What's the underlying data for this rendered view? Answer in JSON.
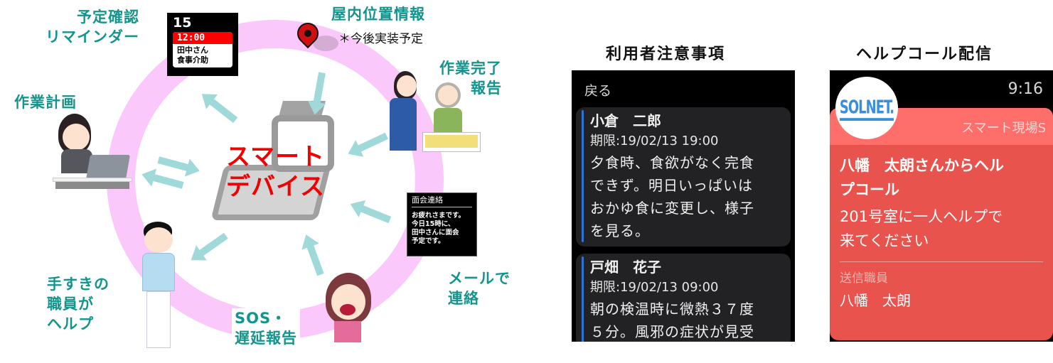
{
  "diagram": {
    "center_title": [
      "スマート",
      "デバイス"
    ],
    "labels": {
      "schedule_reminder": [
        "予定確認",
        "リマインダー"
      ],
      "indoor_location": "屋内位置情報",
      "indoor_location_note": "＊今後実装予定",
      "work_plan": "作業計画",
      "work_complete": [
        "作業完了",
        "報告"
      ],
      "mail_contact": [
        "メールで",
        "連絡"
      ],
      "sos_delay": [
        "SOS・",
        "遅延報告"
      ],
      "free_staff_help": [
        "手すきの",
        "職員が",
        "ヘルプ"
      ]
    },
    "calendar": {
      "day": "15",
      "time": "12:00",
      "lines": [
        "田中さん",
        "食事介助"
      ]
    },
    "mail_box": {
      "header": "面会連絡",
      "lines": [
        "お疲れさまです。",
        "今日15時に、",
        "田中さんに面会",
        "予定です。"
      ]
    },
    "colors": {
      "ring": "#fac8fa",
      "label_teal": "#12958c",
      "center_red": "#f00000",
      "arrow": "#9fd9d9"
    }
  },
  "panel_user_notes": {
    "title": "利用者注意事項",
    "back_label": "戻る",
    "notes": [
      {
        "name": "小倉　二郎",
        "deadline": "期限:19/02/13 19:00",
        "body": [
          "夕食時、食欲がなく完食",
          "できず。明日いっぱいは",
          "おかゆ食に変更し、様子",
          "を見る。"
        ]
      },
      {
        "name": "戸畑　花子",
        "deadline": "期限:19/02/13 09:00",
        "body": [
          "朝の検温時に微熱３７度",
          "５分。風邪の症状が見受"
        ]
      }
    ]
  },
  "panel_help_call": {
    "title": "ヘルプコール配信",
    "time": "9:16",
    "logo_text": "SOLNET.",
    "app_name": "スマート現場S",
    "message_title": [
      "八幡　太朗さんからヘル",
      "プコール"
    ],
    "message_body": [
      "201号室に一人ヘルプで",
      "来てください"
    ],
    "sender_label": "送信職員",
    "sender_name": "八幡　太朗"
  }
}
